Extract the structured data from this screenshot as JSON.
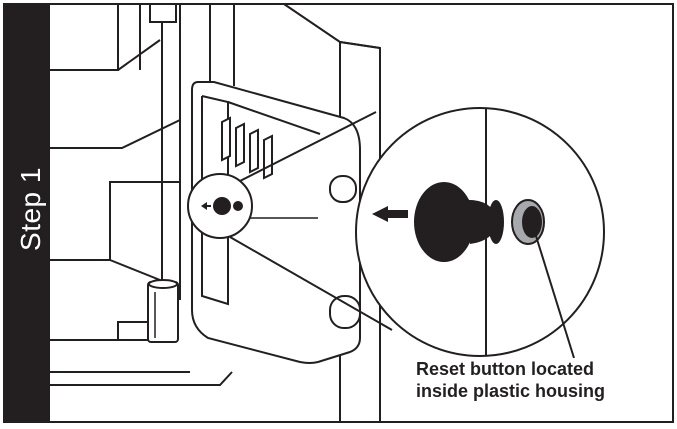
{
  "step": {
    "label": "Step 1"
  },
  "callout": {
    "line1": "Reset button located",
    "line2": "inside plastic housing"
  },
  "colors": {
    "ink": "#231f20",
    "band": "#231f20",
    "housing_gray": "#a7a9ac",
    "paper": "#ffffff"
  }
}
